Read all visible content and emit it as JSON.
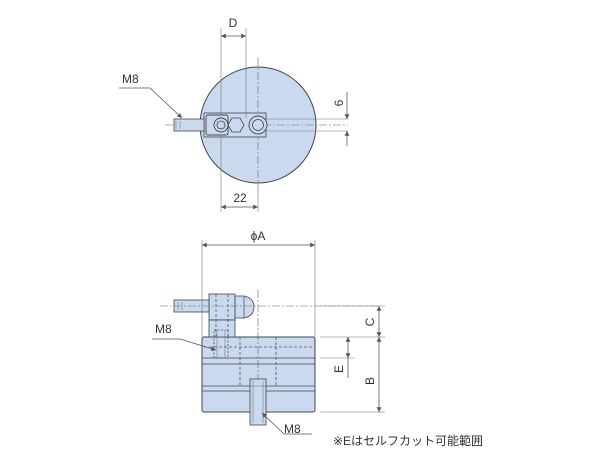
{
  "colors": {
    "body_fill": "#c9daf0",
    "line": "#444444"
  },
  "top_view": {
    "labels": {
      "dim_d": "D",
      "dim_22": "22",
      "dim_6": "6",
      "thread_m8": "M8"
    }
  },
  "side_view": {
    "labels": {
      "dim_phi_a": "ϕA",
      "dim_c": "C",
      "dim_e": "E",
      "dim_b": "B",
      "thread_m8_left": "M8",
      "thread_m8_bottom": "M8"
    }
  },
  "note": "※Eはセルフカット可能範囲"
}
